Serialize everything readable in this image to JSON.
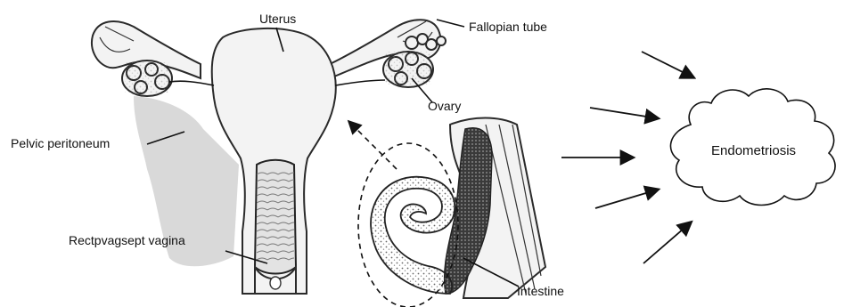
{
  "labels": {
    "uterus": "Uterus",
    "fallopian_tube": "Fallopian tube",
    "ovary": "Ovary",
    "pelvic_peritoneum": "Pelvic peritoneum",
    "rectovaginal_septum": "Rectpvagsept vagina",
    "intestine": "Intestine",
    "endometriosis": "Endometriosis"
  }
}
